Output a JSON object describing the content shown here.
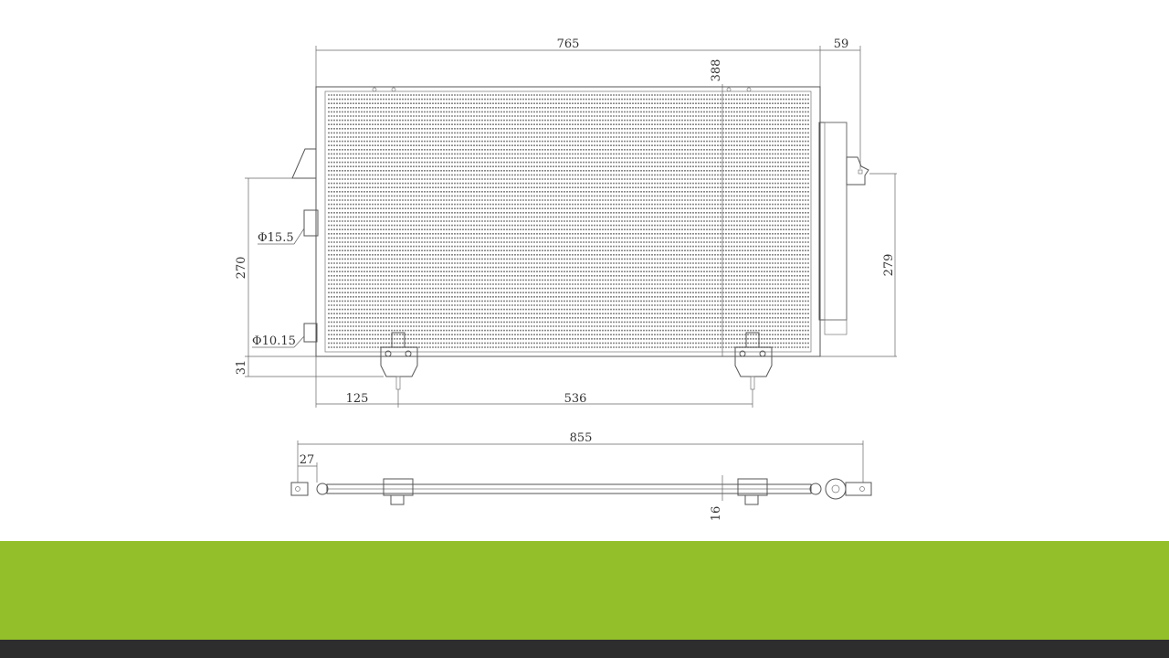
{
  "dimensions": {
    "width_core": "765",
    "side_offset": "59",
    "height_center": "388",
    "left_height": "270",
    "right_height": "279",
    "bottom_offset": "31",
    "bracket_left": "125",
    "bracket_spacing": "536",
    "overall_width": "855",
    "left_end": "27",
    "thickness": "16",
    "pipe_large": "Φ15.5",
    "pipe_small": "Φ10.15"
  },
  "colors": {
    "band": "#93bf2a",
    "footer": "#2d2d2d"
  }
}
